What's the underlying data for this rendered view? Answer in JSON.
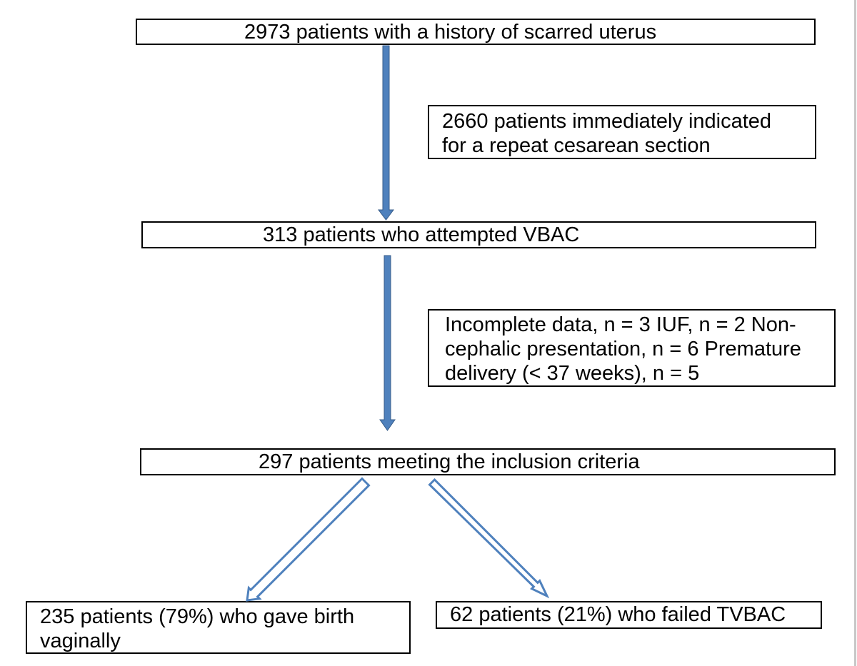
{
  "colors": {
    "arrow_fill": "#4f81bd",
    "arrow_stroke": "#385d8a",
    "box_border": "#000000",
    "text": "#000000"
  },
  "flow": {
    "total": "2973 patients with a history of scarred uterus",
    "excluded_repeat_cs": "2660 patients immediately indicated\nfor a repeat cesarean section",
    "attempted_vbac": "313 patients who attempted VBAC",
    "excluded_other": "Incomplete data, n = 3 IUF, n = 2 Non-\ncephalic presentation, n = 6 Premature\ndelivery (< 37 weeks), n = 5",
    "inclusion": "297 patients meeting the inclusion criteria",
    "vaginal_birth": "235 patients (79%) who gave birth\nvaginally",
    "failed_tvbac": "62 patients (21%) who failed TVBAC"
  }
}
